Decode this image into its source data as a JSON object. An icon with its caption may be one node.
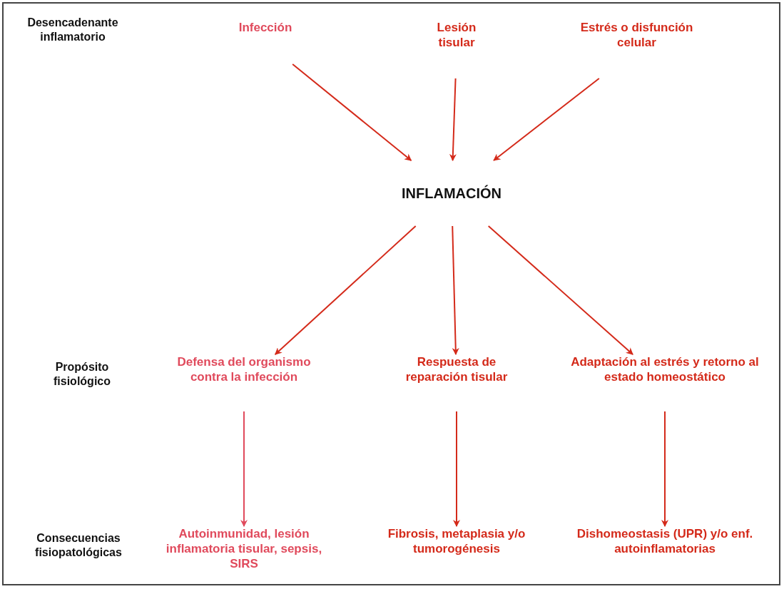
{
  "diagram": {
    "nodes": [
      {
        "text": [
          "Infección"
        ]
      },
      {
        "text": [
          "Lesión tisular"
        ]
      },
      {
        "text": [
          "Estrés o disfunción celular"
        ]
      },
      {
        "text": [
          "INFLAMACIÓN"
        ]
      },
      {
        "text": [
          "Defensa del organismo contra la infección"
        ]
      },
      {
        "text": [
          "Respuesta de reparación tisular"
        ]
      },
      {
        "text": [
          "Adaptación al estrés y retorno al estado homeostático"
        ]
      },
      {
        "text": [
          "Autoinmunidad, lesión inflamatoria tisular, sepsis, SIRS"
        ]
      },
      {
        "text": [
          "Fibrosis, metaplasia y/o tumorogénesis"
        ]
      },
      {
        "text": [
          "Dishomeostasis (UPR) y/o enf. autoinflamatorias"
        ]
      }
    ],
    "edges": [
      {
        "from": 0,
        "to": 3,
        "arrow": "to"
      },
      {
        "from": 1,
        "to": 3,
        "arrow": "to"
      },
      {
        "from": 2,
        "to": 3,
        "arrow": "to"
      },
      {
        "from": 3,
        "to": 4,
        "arrow": "to"
      },
      {
        "from": 3,
        "to": 5,
        "arrow": "to"
      },
      {
        "from": 3,
        "to": 6,
        "arrow": "to"
      },
      {
        "from": 4,
        "to": 7,
        "arrow": "to",
        "color": "#e04a5c"
      },
      {
        "from": 5,
        "to": 8,
        "arrow": "to"
      },
      {
        "from": 6,
        "to": 9,
        "arrow": "to"
      }
    ],
    "labels": [
      "Desencadenante inflamatorio",
      "Propósito fisiológico",
      "Consecuencias fisiopatológicas"
    ]
  }
}
